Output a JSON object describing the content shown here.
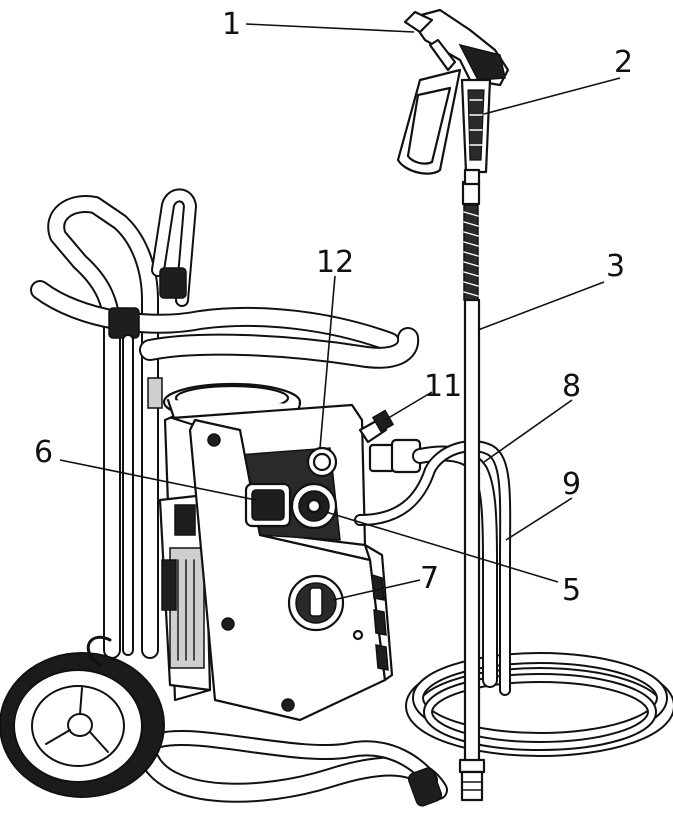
{
  "callouts": [
    {
      "label": "1"
    },
    {
      "label": "2"
    },
    {
      "label": "3"
    },
    {
      "label": "12"
    },
    {
      "label": "11"
    },
    {
      "label": "8"
    },
    {
      "label": "6"
    },
    {
      "label": "9"
    },
    {
      "label": "7"
    },
    {
      "label": "5"
    }
  ]
}
